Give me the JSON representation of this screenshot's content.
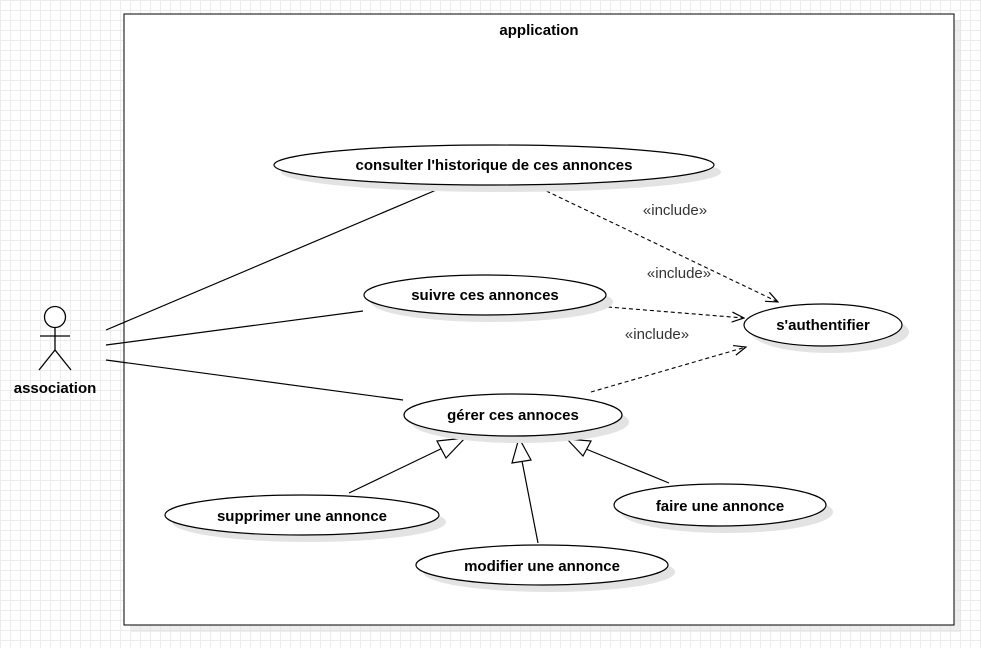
{
  "system": {
    "title": "application"
  },
  "actor": {
    "name": "association"
  },
  "use_cases": {
    "historique": "consulter l'historique de ces annonces",
    "suivre": "suivre ces annonces",
    "authentifier": "s'authentifier",
    "gerer": "gérer ces annoces",
    "supprimer": "supprimer une annonce",
    "modifier": "modifier une annonce",
    "faire": "faire une annonce"
  },
  "relations": {
    "include_1": "«include»",
    "include_2": "«include»",
    "include_3": "«include»"
  },
  "colors": {
    "line": "#000000",
    "fill": "#ffffff",
    "shadow": "#e3e3e3"
  }
}
